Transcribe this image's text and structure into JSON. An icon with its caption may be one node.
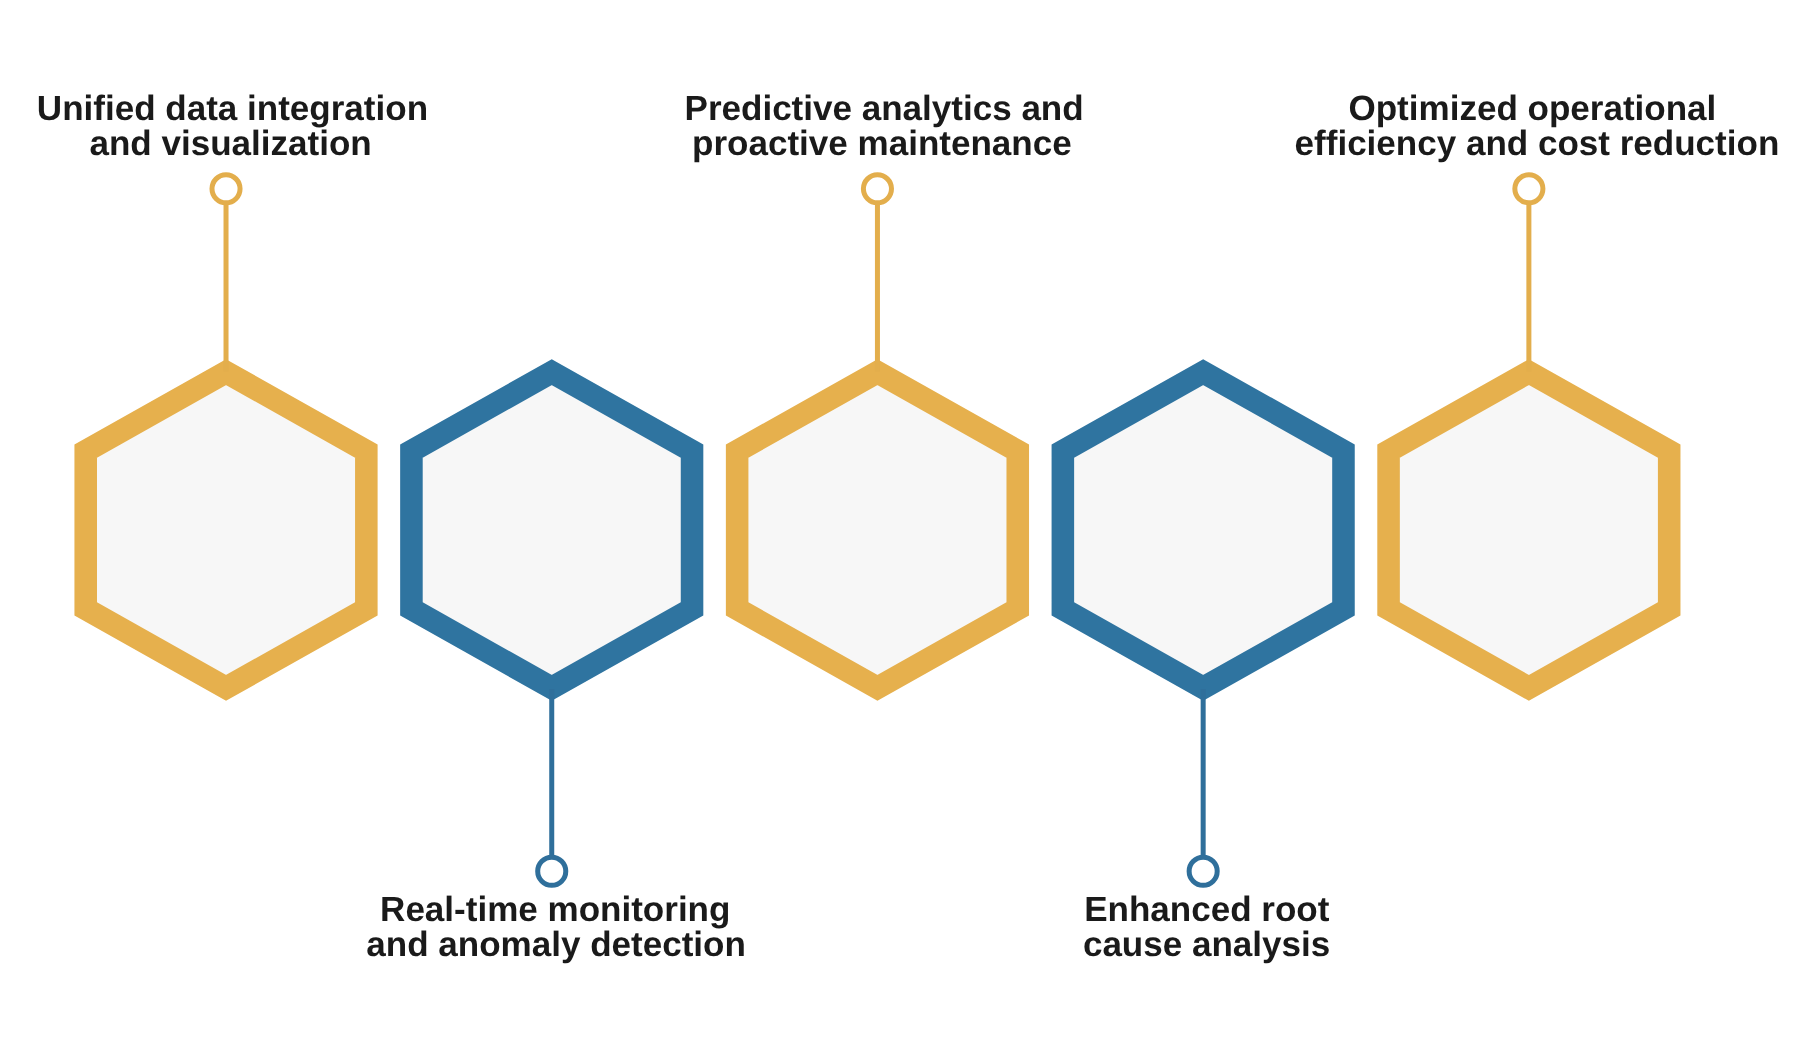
{
  "diagram": {
    "nodes": [
      {
        "text": [],
        "shape": "hexagon"
      },
      {
        "text": [],
        "shape": "hexagon"
      },
      {
        "text": [],
        "shape": "hexagon"
      },
      {
        "text": [],
        "shape": "hexagon"
      },
      {
        "text": [],
        "shape": "hexagon"
      },
      {
        "text": [
          "Unified data integration and visualization"
        ]
      },
      {
        "text": [
          "Real-time monitoring and anomaly detection"
        ]
      },
      {
        "text": [
          "Predictive analytics and proactive maintenance"
        ]
      },
      {
        "text": [
          "Enhanced root cause analysis"
        ]
      },
      {
        "text": [
          "Optimized operational efficiency and cost reduction"
        ]
      }
    ],
    "edges": [
      {
        "from": 5,
        "to": 0,
        "arrow": "other"
      },
      {
        "from": 1,
        "to": 6,
        "arrow": "other",
        "color": "#2f6f9b"
      },
      {
        "from": 7,
        "to": 2,
        "arrow": "other"
      },
      {
        "from": 3,
        "to": 8,
        "arrow": "other",
        "color": "#2f6f9b"
      },
      {
        "from": 9,
        "to": 4,
        "arrow": "other"
      }
    ]
  }
}
